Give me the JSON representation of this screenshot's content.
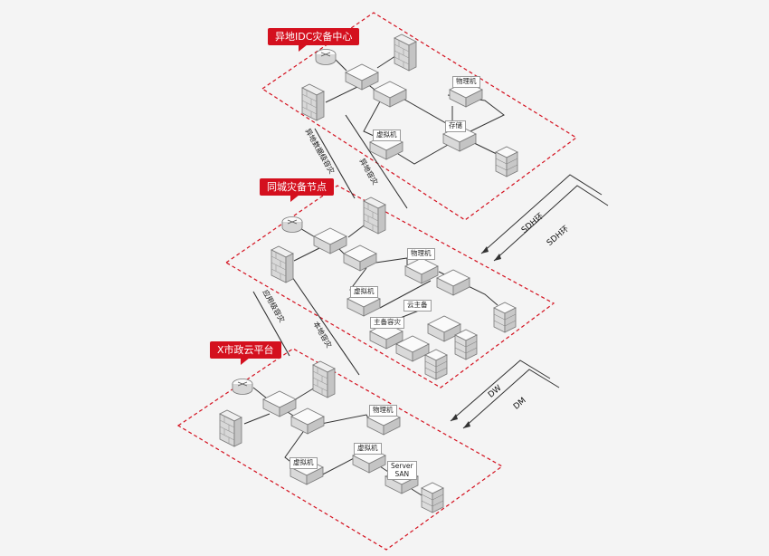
{
  "tiers": {
    "top": {
      "title": "异地IDC灾备中心",
      "physical": "物理机",
      "virtual": "虚拟机",
      "storage": "存储"
    },
    "mid": {
      "title": "同城灾备节点",
      "physical": "物理机",
      "virtual": "虚拟机",
      "cloud_host": "云主备",
      "primary_backup": "主备容灾"
    },
    "bottom": {
      "title": "X市政云平台",
      "physical": "物理机",
      "virtual_left": "虚拟机",
      "virtual_center": "虚拟机",
      "server_san": "Server\nSAN"
    }
  },
  "links": {
    "top_left": "异地数据级容灾",
    "top_right": "异地容灾",
    "bottom_left": "应用级容灾",
    "bottom_right": "本地容灾",
    "sdh_1": "SDH环",
    "sdh_2": "SDH环",
    "dw": "DW",
    "dm": "DM"
  },
  "colors": {
    "accent": "#d4101e",
    "dashed": "#d4101e",
    "line": "#333333"
  }
}
